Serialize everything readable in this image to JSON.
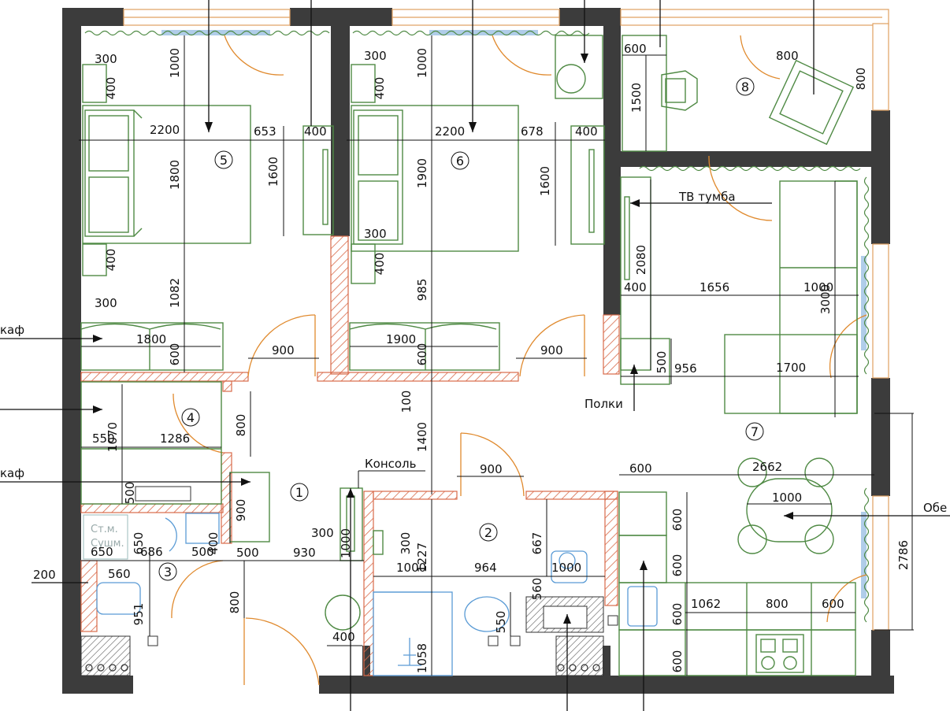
{
  "plan": {
    "rooms": [
      {
        "id": "r1",
        "number": "1"
      },
      {
        "id": "r2",
        "number": "2"
      },
      {
        "id": "r3",
        "number": "3"
      },
      {
        "id": "r4",
        "number": "4"
      },
      {
        "id": "r5",
        "number": "5"
      },
      {
        "id": "r6",
        "number": "6"
      },
      {
        "id": "r7",
        "number": "7"
      },
      {
        "id": "r8",
        "number": "8"
      }
    ],
    "labels": {
      "tv_stand": "ТВ тумба",
      "shelves": "Полки",
      "console": "Консоль",
      "wardrobe_1": "каф",
      "wardrobe_2": "каф",
      "dining": "Обе",
      "washer": "Ст.м.",
      "dryer": "Сушм."
    },
    "dimensions": [
      "300",
      "1000",
      "400",
      "2200",
      "653",
      "400",
      "1800",
      "1600",
      "400",
      "1082",
      "300",
      "1800",
      "600",
      "900",
      "300",
      "1000",
      "400",
      "2200",
      "678",
      "400",
      "1900",
      "1600",
      "300",
      "400",
      "985",
      "1900",
      "600",
      "900",
      "600",
      "1500",
      "800",
      "800",
      "2080",
      "400",
      "1656",
      "1000",
      "3000",
      "500",
      "956",
      "1700",
      "100",
      "1400",
      "1070",
      "550",
      "1286",
      "800",
      "500",
      "900",
      "650",
      "686",
      "500",
      "650",
      "400",
      "200",
      "560",
      "951",
      "800",
      "500",
      "930",
      "300",
      "1000",
      "Консоль",
      "900",
      "300",
      "1227",
      "667",
      "1000",
      "964",
      "560",
      "1000",
      "1058",
      "550",
      "400",
      "600",
      "2662",
      "1000",
      "600",
      "600",
      "2786",
      "600",
      "1062",
      "800",
      "600",
      "600"
    ]
  }
}
